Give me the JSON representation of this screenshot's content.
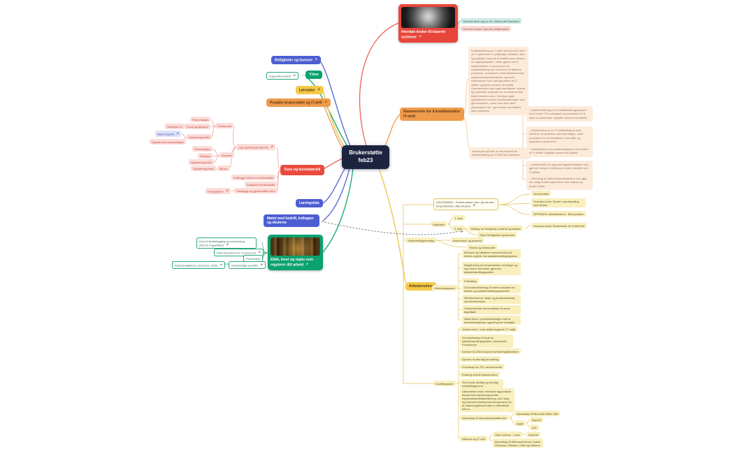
{
  "colors": {
    "red": "#e8635a",
    "orange": "#ef9a4d",
    "indigo": "#5163d0",
    "green": "#13a570",
    "yellow": "#edc23f",
    "center_bg": "#1d2440"
  },
  "root": {
    "label": "Brukerstøtte feb23"
  },
  "ki": {
    "title": "Hvordan bruker KI-baserte systemer",
    "minecraft": "Hvordan lære opp en KI i Minecraft Education",
    "openai": "Hvordan bruker OpenAI (nettjeneste)"
  },
  "rammeverk": {
    "title": "Rammeverk for å kvalitetssikre IT-drift",
    "description": "Kvalitetssikring av IT-drift refererer til å sikre at IT-systemene er pålitelige, effektive, sikre og oppfyller kravene til kvalitet som definert av organisasjonen. Dette gjøres ved å implementere et rammeverk for kvalitetssikring som involverer å definere prosesser, prosedyrer, kontrollmekanismer, rapporteringsmekanismer og andre mekanismer som skal garantere at IT-driften oppfyller kravene til kvalitet. Rammeverket skal også identifisere risikoer og utarbeide strategier for å redusere eller helst eliminere dem. Det skal også spesifiseres hvordan kvalitetssikringen skal gjennomføres, hvem som skal være ansvarlig for det, og hvordan resultatene skal evalueres.",
    "examples_intro": "Eksempler på bruk av rammeverk for kvalitetssikring av IT-drift kan inkludere:",
    "examples": [
      "- Implementering av et kvalitetssikringssystem som bruker ITIL-prinsipper og prosesser for å sikre at systemene oppfyller kravene til kvalitet.",
      "- Utarbeidelse av en IT-driftshåndbok som definerer prosessene som skal følges, samt prosedyrer for å identifisere, overvåke og oppdatere systemene.",
      "- Utarbeidelse av kontrollmekanismer for å sikre at IT-driften oppfyller kravene til kvalitet.",
      "- Utarbeidelse av rapporteringsmekanismer som gjør det mulig for ledelsen å holde oversikt over IT-driften.",
      "- Utforming av sikkerhetsmekanismer som gjør det mulig å sikre systemene mot angrep og andre trusler."
    ]
  },
  "left": {
    "rettigheter": "Rettigheter og lisenser",
    "supportkonsulent": "Supportkonsulent",
    "yrker": "Yrker",
    "laereplan": "Læreplan",
    "proaktiv": "Proaktiv brukerstøtte og IT-drift",
    "laringstida": "Læringstida",
    "motet": "Møtet med bedrift, kollegaer og eksterne"
  },
  "kurs": {
    "title": "Kurs og kursmateriell",
    "lag": "Lag opplæringsmateriell",
    "powerpoint": "Powerpoint",
    "presentasjon_pp": "Presentasjon",
    "kiosk": "Kiosk applikasjon",
    "windows10": "Windows 10",
    "video_pp": "Opplæringsvideo",
    "skjermopptak": "Skjermopptak",
    "opptak": "Opptak med presentasjon",
    "keynote": "Keynote",
    "presentasjon_kn": "Presentasjon",
    "webapp": "Webapp",
    "video_kn": "Opplæringsvideo",
    "imovie": "iMovie",
    "video_im": "Opplæringsvideo",
    "kartlegge": "Kartlegge behov for brukerstøtte",
    "analysere": "Analysere brukerstøtte",
    "planlegge": "Planlegge og gjennomføre kurs",
    "kursagenten": "Kursagenten"
  },
  "etikk": {
    "title": "Etikk, lover og regler som regulerer ditt arbeid",
    "krav": "Krav til tilrettelegging og medvirkning (NDLA, Fagartikkel)",
    "etisk": "Etisk bevissthet for IT-personell",
    "personvern": "Personvern",
    "hms": "Arbeidsmiljø og HMS",
    "aml": "Arbeidsmiljøloven (YouTube, 29/6)"
  },
  "rutiner": {
    "title": "Arbeidsrutiner",
    "veiledning": "VEILEDNING - Kommunisere med, yte service til og håndtere ulike brukere",
    "servicedesk": "Servicedesk",
    "teams": "Hvordan bruke Teams i samhandling med bruker",
    "oppgave": "OPPGAVE: Arbeidsrutiner - Best praksis",
    "helpdesk": "Helpdesk",
    "linje1": "1. linje",
    "linje2": "2. linje",
    "verktoy": "Verktøy for feilsøking, kontroll og kvalitet",
    "teamviewer": "Hvordan bruke Teamviewer for å rette feil",
    "styre": "Styre Rettigheter og lisenser",
    "samhandling": "Samhandlingsverktøy",
    "brukernavn": "Brukernavn og passord",
    "teamssp": "Teams og sharepoint",
    "oppgaver_label": "Arbeidsoppgaver",
    "oppgaver": [
      "Besvare og håndtere henvendelser på telefon og/eller via saksbehandlingssystem",
      "Registrering av henvendelser, endringer og nye behov fra bruker gjennom saksbehandlingssystem",
      "Feilretting",
      "Gi brukerveiledning til interne ansatte via telefon og saksbehandlingssystemet",
      "Fjernkontroll av utstyr og problemløsning via telefon/teams",
      "Videreformidle henvendelser til andre fagmiljøer",
      "Aktivt bidra i problemløsningen slik at teamet/seksjonen oppnår gode resultater"
    ],
    "kvalif_label": "Kvalifikasjoner",
    "kvalif": [
      "Jobbet med 1. linje telefonsupport i IT miljø",
      "God kjennskap til bruk av saksbehandlingssystem, fortrinnsvis Pureservice",
      "Kjenner til LEAN baserte forbedringsteknikker",
      "Kjenner til offentlig forvaltning",
      "Kunnskap om ITIL-rammeverket",
      "Erfaring med å dokumentere",
      "God norsk skriftlig og muntlig framstillingsevne",
      "Utdannelse innen relevante fagområder tilsvarende bachelorgrad eller høyskolekandidatutdanning, men lang og relevant erfaring kan kompensere for at utdanningskravet ikke er tilfredsstilt fullt ut."
    ],
    "plattformer": "Kjennskap til samarbeidsplattformer",
    "office365": "Kjennskap til Microsoft Office 365",
    "apple": "Apple",
    "macos": "MacOS",
    "ios": "iOS",
    "nettverk": "Nettverk og IT-drift",
    "linux": "Open source - Linux",
    "android": "Android",
    "msserver": "Kjennskap til Microsoft server, Active Directory, VMware, Citrix og nettverk"
  }
}
